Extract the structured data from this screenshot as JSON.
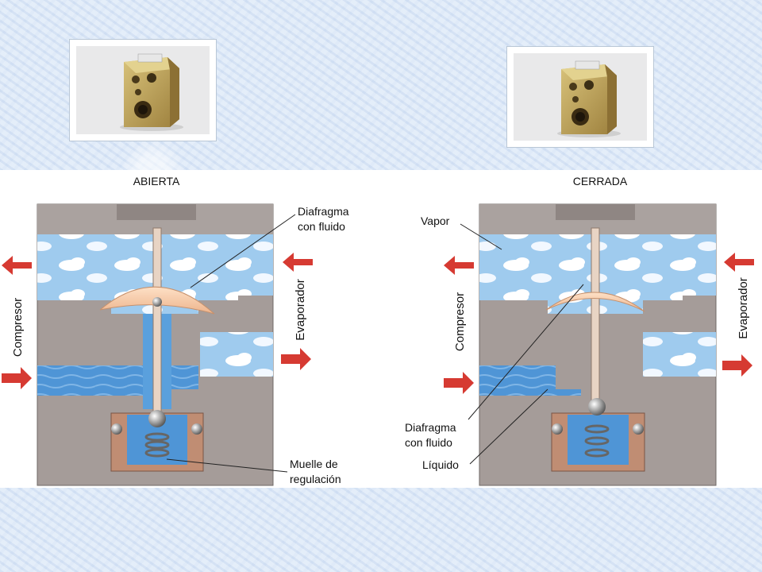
{
  "left_diagram": {
    "title": "ABIERTA",
    "label_diaphragm_line1": "Diafragma",
    "label_diaphragm_line2": "con fluido",
    "label_spring_line1": "Muelle de",
    "label_spring_line2": "regulación",
    "side_left": "Compresor",
    "side_right": "Evaporador"
  },
  "right_diagram": {
    "title": "CERRADA",
    "label_vapor": "Vapor",
    "label_diaphragm_line1": "Diafragma",
    "label_diaphragm_line2": "con fluido",
    "label_liquid": "Líquido",
    "side_left": "Compresor",
    "side_right": "Evaporador"
  },
  "colors": {
    "housing": "#a59c99",
    "housing_dark": "#8f8683",
    "vapor": "#9fcbee",
    "liquid": "#4f95d6",
    "diaphragm": "#f6c9a6",
    "arrow": "#d63a32",
    "base": "#c08d73"
  }
}
